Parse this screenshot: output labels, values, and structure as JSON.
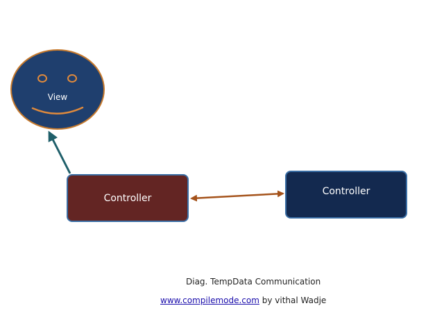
{
  "view": {
    "label": "View"
  },
  "controllers": {
    "left_label": "Controller",
    "right_label": "Controller"
  },
  "caption": {
    "text": "Diag. TempData  Communication"
  },
  "credit": {
    "link_text": "www.compilemode.com",
    "by_text": " by vithal Wadje"
  },
  "colors": {
    "view_fill": "#1f3f6e",
    "view_border": "#c77a2d",
    "face_features": "#e08a3c",
    "left_controller_fill": "#632523",
    "right_controller_fill": "#13294f",
    "box_border": "#3a6ea5",
    "view_arrow": "#1f5f6a",
    "double_arrow": "#a4521a",
    "link": "#1a0dab"
  }
}
